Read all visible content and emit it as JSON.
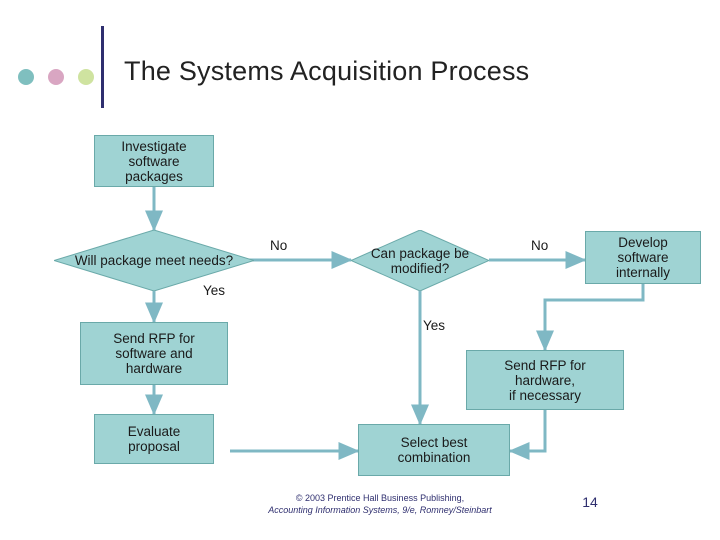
{
  "slide": {
    "title": "The Systems Acquisition Process",
    "page_number": "14",
    "accent_colors": {
      "shape_fill": "#9fd3d3",
      "shape_border": "#6aa9a9",
      "rule": "#2f2f6f",
      "bullet_teal": "#7fbfbf",
      "bullet_pink": "#d9a6c2",
      "bullet_green": "#cfe3a0",
      "arrow": "#7fb8c4"
    }
  },
  "header": {
    "bullets": [
      "bullet-teal",
      "bullet-pink",
      "bullet-green"
    ]
  },
  "flowchart": {
    "nodes": [
      {
        "id": "investigate",
        "type": "process",
        "lines": [
          "Investigate",
          "software",
          "packages"
        ]
      },
      {
        "id": "will-package-meet-needs",
        "type": "decision",
        "lines": [
          "Will package",
          "meet needs?"
        ]
      },
      {
        "id": "can-package-be-modified",
        "type": "decision",
        "lines": [
          "Can package",
          "be modified?"
        ]
      },
      {
        "id": "develop-software-internally",
        "type": "process",
        "lines": [
          "Develop",
          "software",
          "internally"
        ]
      },
      {
        "id": "send-rfp-software-hardware",
        "type": "process",
        "lines": [
          "Send RFP for",
          "software and",
          "hardware"
        ]
      },
      {
        "id": "send-rfp-hardware",
        "type": "process",
        "lines": [
          "Send RFP for",
          "hardware,",
          "if necessary"
        ]
      },
      {
        "id": "evaluate-proposal",
        "type": "process",
        "lines": [
          "Evaluate",
          "proposal"
        ]
      },
      {
        "id": "select-best-combination",
        "type": "process",
        "lines": [
          "Select best",
          "combination"
        ]
      }
    ],
    "edge_labels": [
      {
        "id": "no-1",
        "text": "No"
      },
      {
        "id": "yes-1",
        "text": "Yes"
      },
      {
        "id": "no-2",
        "text": "No"
      },
      {
        "id": "yes-2",
        "text": "Yes"
      }
    ]
  },
  "footer": {
    "line1": "© 2003 Prentice Hall Business Publishing,",
    "line2": "Accounting Information Systems, 9/e, Romney/Steinbart"
  }
}
